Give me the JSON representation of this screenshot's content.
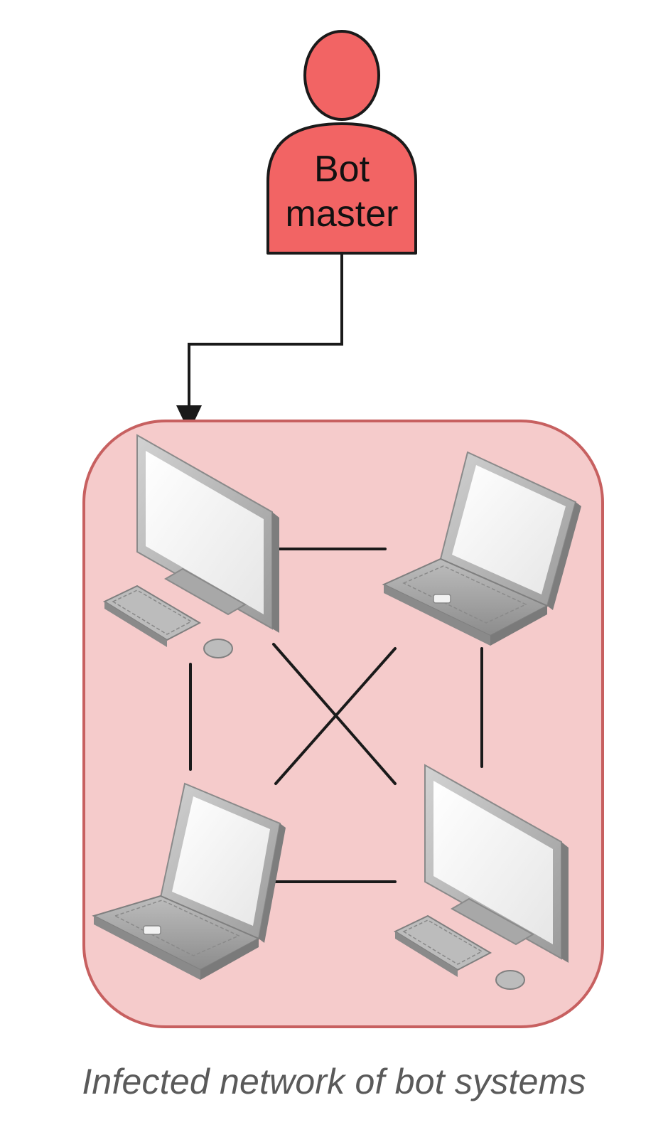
{
  "diagram": {
    "actor": {
      "label_line1": "Bot",
      "label_line2": "master",
      "fill": "#f26464",
      "stroke": "#1a1a1a"
    },
    "network": {
      "fill": "#f5cbcb",
      "stroke": "#c76060",
      "caption": "Infected network of bot systems",
      "nodes": [
        {
          "id": "desktop-top-left",
          "device": "desktop-computer-icon"
        },
        {
          "id": "laptop-top-right",
          "device": "laptop-icon"
        },
        {
          "id": "laptop-bottom-left",
          "device": "laptop-icon"
        },
        {
          "id": "desktop-bottom-right",
          "device": "desktop-computer-icon"
        }
      ],
      "links": [
        [
          "desktop-top-left",
          "laptop-top-right"
        ],
        [
          "desktop-top-left",
          "laptop-bottom-left"
        ],
        [
          "desktop-top-left",
          "desktop-bottom-right"
        ],
        [
          "laptop-top-right",
          "laptop-bottom-left"
        ],
        [
          "laptop-top-right",
          "desktop-bottom-right"
        ],
        [
          "laptop-bottom-left",
          "desktop-bottom-right"
        ]
      ]
    },
    "edge": {
      "from": "actor",
      "to": "network",
      "style": "arrow"
    }
  }
}
